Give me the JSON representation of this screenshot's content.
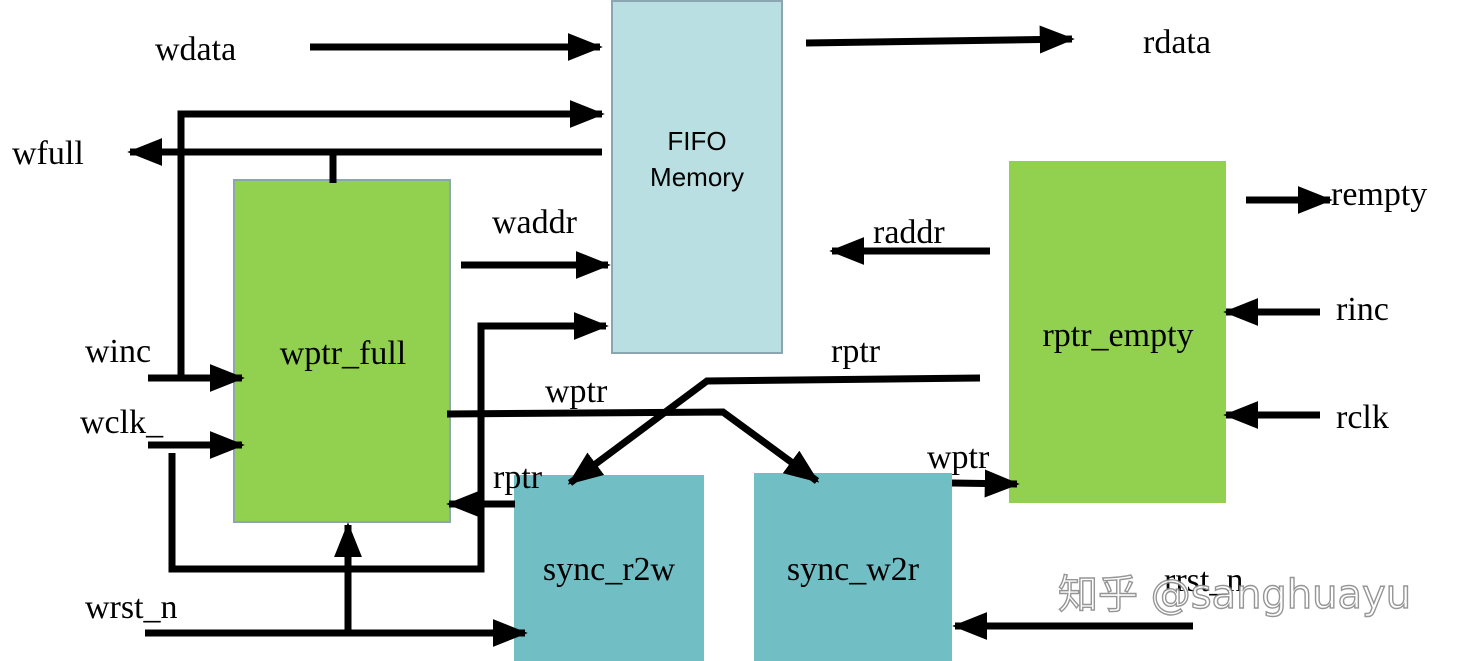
{
  "colors": {
    "fifo_memory": "#b9dfe2",
    "wptr_full": "#92d050",
    "rptr_empty": "#92d050",
    "sync": "#71bec5",
    "border": "#8aa6b0",
    "wire": "#000000"
  },
  "blocks": {
    "fifo_memory_line1": "FIFO",
    "fifo_memory_line2": "Memory",
    "wptr_full": "wptr_full",
    "rptr_empty": "rptr_empty",
    "sync_r2w": "sync_r2w",
    "sync_w2r": "sync_w2r"
  },
  "signals": {
    "wdata": "wdata",
    "rdata": "rdata",
    "wfull": "wfull",
    "waddr": "waddr",
    "raddr": "raddr",
    "rempty": "rempty",
    "rinc": "rinc",
    "rclk": "rclk",
    "winc": "winc",
    "wclk": "wclk_",
    "rptr_top": "rptr",
    "wptr_mid": "wptr",
    "rptr_sync": "rptr",
    "wptr_right": "wptr",
    "wrst_n": "wrst_n",
    "rrst_n": "rrst_n"
  },
  "watermark": "知乎 @sanghuayu"
}
